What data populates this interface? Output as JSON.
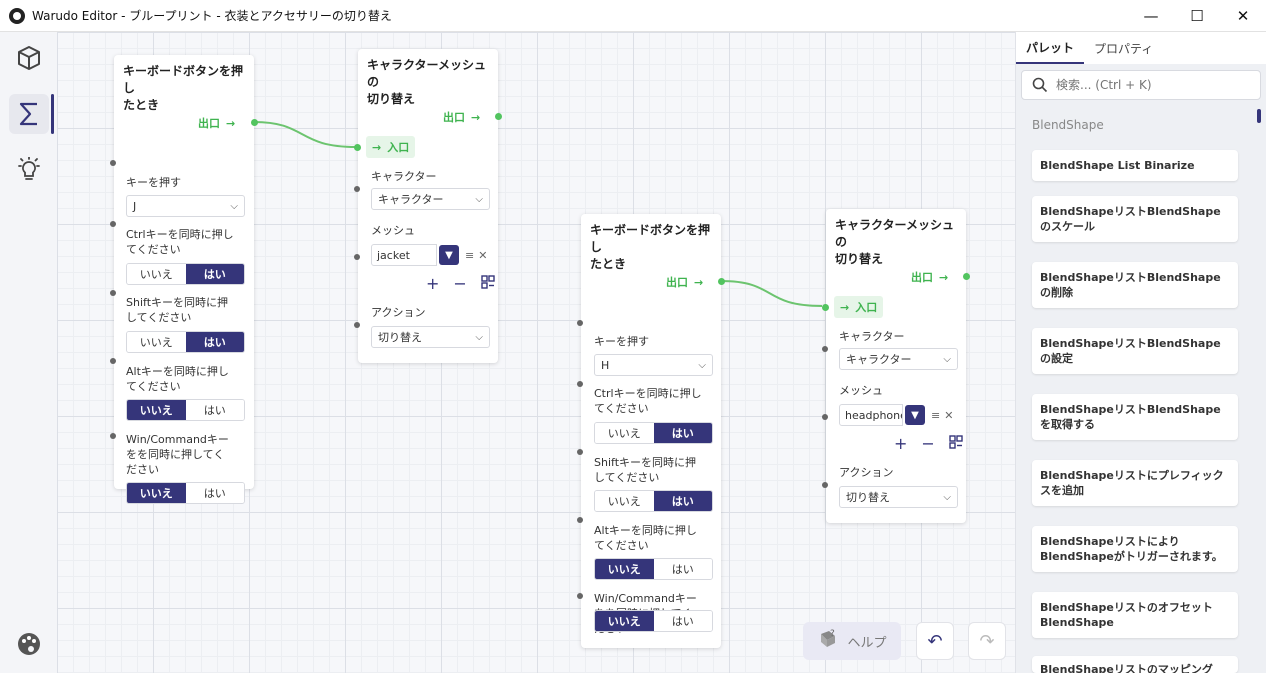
{
  "window": {
    "title": "Warudo Editor - ブループリント - 衣装とアクセサリーの切り替え",
    "controls": [
      "—",
      "☐",
      "✕"
    ]
  },
  "leftbar": {
    "icons": [
      "cube-icon",
      "sigma-icon",
      "lightbulb-icon"
    ],
    "bottom_icons": [
      "palette-icon",
      "sidebar-toggle-icon"
    ]
  },
  "canvas": {
    "nodes": {
      "kb1": {
        "title_l1": "キーボードボタンを押し",
        "title_l2": "たとき",
        "out_label": "出口",
        "key_label": "キーを押す",
        "key_value": "J",
        "ctrl_l1": "Ctrlキーを同時に押し",
        "ctrl_l2": "てください",
        "shift_l1": "Shiftキーを同時に押",
        "shift_l2": "してください",
        "alt_l1": "Altキーを同時に押し",
        "alt_l2": "てください",
        "win_l1": "Win/Commandキー",
        "win_l2": "をを同時に押してく",
        "win_l3": "ださい",
        "no": "いいえ",
        "yes": "はい"
      },
      "mesh1": {
        "title_l1": "キャラクターメッシュの",
        "title_l2": "切り替え",
        "out_label": "出口",
        "in_label": "入口",
        "char_label": "キャラクター",
        "char_value": "キャラクター",
        "mesh_label": "メッシュ",
        "mesh_value": "jacket",
        "action_label": "アクション",
        "action_value": "切り替え"
      },
      "kb2": {
        "title_l1": "キーボードボタンを押し",
        "title_l2": "たとき",
        "out_label": "出口",
        "key_label": "キーを押す",
        "key_value": "H",
        "ctrl_l1": "Ctrlキーを同時に押し",
        "ctrl_l2": "てください",
        "shift_l1": "Shiftキーを同時に押",
        "shift_l2": "してください",
        "alt_l1": "Altキーを同時に押し",
        "alt_l2": "てください",
        "win_l1": "Win/Commandキー",
        "win_l2": "をを同時に押してく",
        "win_l3": "ださい",
        "no": "いいえ",
        "yes": "はい"
      },
      "mesh2": {
        "title_l1": "キャラクターメッシュの",
        "title_l2": "切り替え",
        "out_label": "出口",
        "in_label": "入口",
        "char_label": "キャラクター",
        "char_value": "キャラクター",
        "mesh_label": "メッシュ",
        "mesh_value": "headphones",
        "action_label": "アクション",
        "action_value": "切り替え"
      }
    },
    "help_label": "ヘルプ"
  },
  "rightpanel": {
    "tabs": [
      "パレット",
      "プロパティ"
    ],
    "search_placeholder": "検索... (Ctrl + K)",
    "section": "BlendShape",
    "items": [
      "BlendShape List Binarize",
      "BlendShapeリストBlendShapeのスケール",
      "BlendShapeリストBlendShapeの削除",
      "BlendShapeリストBlendShapeの設定",
      "BlendShapeリストBlendShapeを取得する",
      "BlendShapeリストにプレフィックスを追加",
      "BlendShapeリストによりBlendShapeがトリガーされます。",
      "BlendShapeリストのオフセットBlendShape",
      "BlendShapeリストのマッピング"
    ]
  }
}
